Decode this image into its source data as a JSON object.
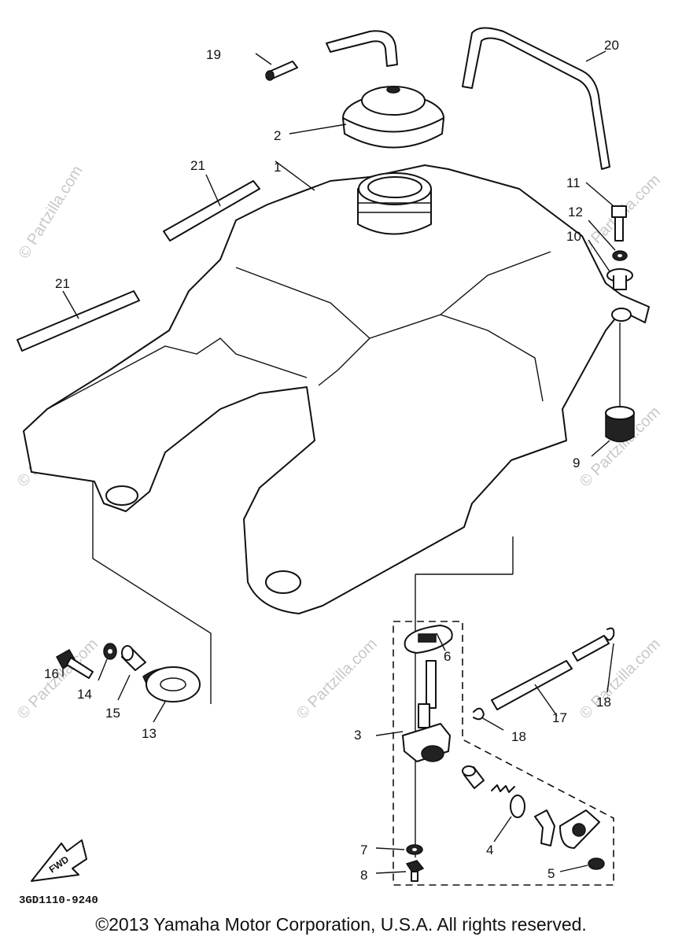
{
  "diagram": {
    "callouts": [
      {
        "id": "c19",
        "text": "19"
      },
      {
        "id": "c20",
        "text": "20"
      },
      {
        "id": "c2",
        "text": "2"
      },
      {
        "id": "c1",
        "text": "1"
      },
      {
        "id": "c21a",
        "text": "21"
      },
      {
        "id": "c21b",
        "text": "21"
      },
      {
        "id": "c11",
        "text": "11"
      },
      {
        "id": "c12",
        "text": "12"
      },
      {
        "id": "c10",
        "text": "10"
      },
      {
        "id": "c9",
        "text": "9"
      },
      {
        "id": "c16",
        "text": "16"
      },
      {
        "id": "c14",
        "text": "14"
      },
      {
        "id": "c15",
        "text": "15"
      },
      {
        "id": "c13",
        "text": "13"
      },
      {
        "id": "c6",
        "text": "6"
      },
      {
        "id": "c3",
        "text": "3"
      },
      {
        "id": "c18a",
        "text": "18"
      },
      {
        "id": "c17",
        "text": "17"
      },
      {
        "id": "c18b",
        "text": "18"
      },
      {
        "id": "c4",
        "text": "4"
      },
      {
        "id": "c7",
        "text": "7"
      },
      {
        "id": "c8",
        "text": "8"
      },
      {
        "id": "c5",
        "text": "5"
      }
    ],
    "fwd_label": "FWD",
    "diagram_code": "3GD1110-9240"
  },
  "watermark": "© Partzilla.com",
  "copyright": "©2013 Yamaha Motor Corporation, U.S.A. All rights reserved."
}
